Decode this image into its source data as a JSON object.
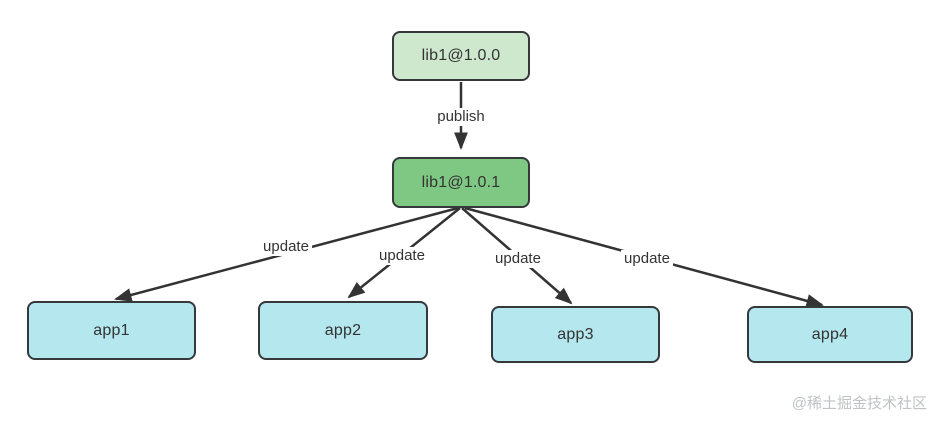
{
  "diagram": {
    "nodes": [
      {
        "id": "lib1-v1.0.0",
        "label": "lib1@1.0.0"
      },
      {
        "id": "lib1-v1.0.1",
        "label": "lib1@1.0.1"
      },
      {
        "id": "app1",
        "label": "app1"
      },
      {
        "id": "app2",
        "label": "app2"
      },
      {
        "id": "app3",
        "label": "app3"
      },
      {
        "id": "app4",
        "label": "app4"
      }
    ],
    "edges": [
      {
        "id": "publish",
        "from": "lib1-v1.0.0",
        "to": "lib1-v1.0.1",
        "label": "publish"
      },
      {
        "id": "update-app1",
        "from": "lib1-v1.0.1",
        "to": "app1",
        "label": "update"
      },
      {
        "id": "update-app2",
        "from": "lib1-v1.0.1",
        "to": "app2",
        "label": "update"
      },
      {
        "id": "update-app3",
        "from": "lib1-v1.0.1",
        "to": "app3",
        "label": "update"
      },
      {
        "id": "update-app4",
        "from": "lib1-v1.0.1",
        "to": "app4",
        "label": "update"
      }
    ],
    "colors": {
      "node_old_version": "#cee8cd",
      "node_new_version": "#7fc883",
      "node_app": "#b4e7ee",
      "node_border": "#35393b",
      "edge_line": "#333333",
      "label_text": "#333333",
      "watermark_text": "#c0c2c5"
    }
  },
  "watermark": {
    "text": "@稀土掘金技术社区"
  }
}
